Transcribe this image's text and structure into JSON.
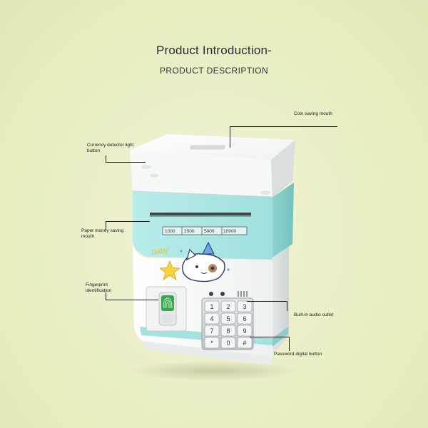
{
  "header": {
    "title": "Product Introduction-",
    "subtitle": "PRODUCT DESCRIPTION"
  },
  "callouts": {
    "coin_slot": "Coin saving mouth",
    "currency_detector": "Currency detector light button",
    "paper_money": "Paper money saving mouth",
    "fingerprint": "Fingerprint identification",
    "audio_outlet": "Built-in audio outlet",
    "password_button": "Password digital button"
  },
  "product": {
    "money_labels": [
      "1000",
      "2000",
      "5000",
      "10000"
    ],
    "decal_text": "baby",
    "keypad_keys": [
      "1",
      "2",
      "3",
      "4",
      "5",
      "6",
      "7",
      "8",
      "9",
      "*",
      "0",
      "#"
    ],
    "colors": {
      "body_teal": "#a9e6e3",
      "body_white": "#fbfbfb",
      "fingerprint_green": "#37a54a",
      "keypad_silver": "#cfd4d6"
    },
    "icons": [
      "fingerprint-icon",
      "cat-icon",
      "star-icon"
    ]
  }
}
